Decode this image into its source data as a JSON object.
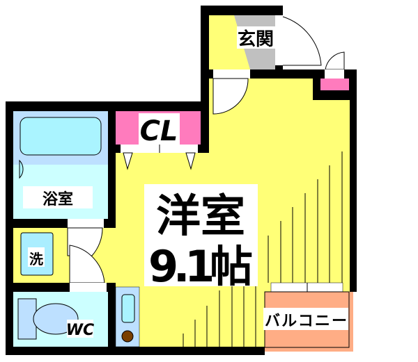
{
  "rooms": {
    "entrance": "玄関",
    "closet": "CL",
    "bath": "浴室",
    "washer": "洗",
    "toilet": "WC",
    "western_room_name": "洋室",
    "western_room_size": "9.1帖",
    "balcony": "バルコニー"
  },
  "colors": {
    "wall": "#000000",
    "room_floor": "#ffff77",
    "storage": "#ff7bbd",
    "wet_area": "#ccffff",
    "bath_bg": "#bde0ff",
    "entrance_floor": "#c0c0c0",
    "balcony": "#ffad85"
  }
}
